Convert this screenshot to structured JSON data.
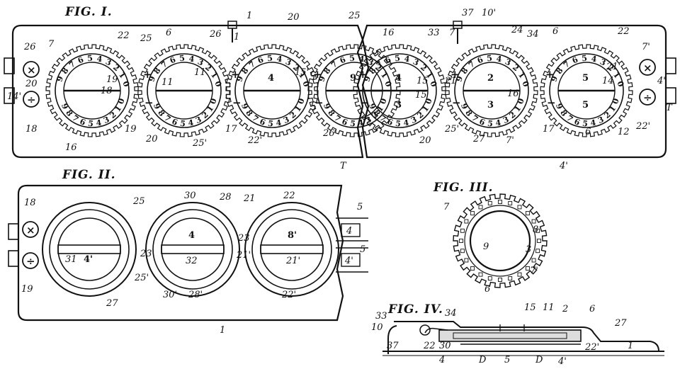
{
  "figures": {
    "fig1": {
      "title": "FIG. I.",
      "wheel_digits_top": "9876543210",
      "wheel_digits_bottom": "9876543210",
      "windows_top": [
        "",
        "4",
        "9",
        "4",
        "2",
        "5"
      ],
      "windows_bottom": [
        "",
        "",
        "",
        "3",
        "3",
        "5"
      ],
      "callouts": [
        "7",
        "22",
        "25",
        "6",
        "26",
        "20",
        "25",
        "10'",
        "37",
        "16",
        "33",
        "7",
        "24",
        "34",
        "6",
        "22",
        "26",
        "20",
        "18",
        "16",
        "19",
        "20",
        "25'",
        "17",
        "22'",
        "26'",
        "20",
        "25'",
        "27",
        "7'",
        "17",
        "6",
        "12",
        "22'",
        "7'",
        "19",
        "18",
        "11",
        "15'",
        "15",
        "15",
        "21",
        "21'",
        "16",
        "14",
        "14'",
        "11",
        "4'",
        "T",
        "T",
        "4'",
        "1",
        "1",
        "34",
        "10'"
      ]
    },
    "fig2": {
      "title": "FIG. II.",
      "windows_top": [
        "",
        "4",
        "8'"
      ],
      "windows_bottom": [
        "31",
        "4'",
        "32",
        "21'"
      ],
      "side_labels": [
        "4",
        "4'"
      ],
      "callouts": [
        "18",
        "19",
        "25",
        "30",
        "28",
        "21",
        "22",
        "5",
        "5",
        "23",
        "23'",
        "21'",
        "27",
        "25'",
        "30'",
        "28'",
        "22'",
        "1"
      ]
    },
    "fig3": {
      "title": "FIG. III.",
      "callouts": [
        "7",
        "8",
        "9",
        "3",
        "7'",
        "6"
      ]
    },
    "fig4": {
      "title": "FIG. IV.",
      "callouts": [
        "33",
        "34",
        "15",
        "11",
        "2",
        "6",
        "27",
        "10",
        "37",
        "22",
        "30",
        "22'",
        "1",
        "4",
        "D",
        "5",
        "D",
        "4'"
      ]
    }
  },
  "symbols": {
    "multiply": "×",
    "divide": "÷",
    "plus": "+",
    "minus": "−"
  }
}
